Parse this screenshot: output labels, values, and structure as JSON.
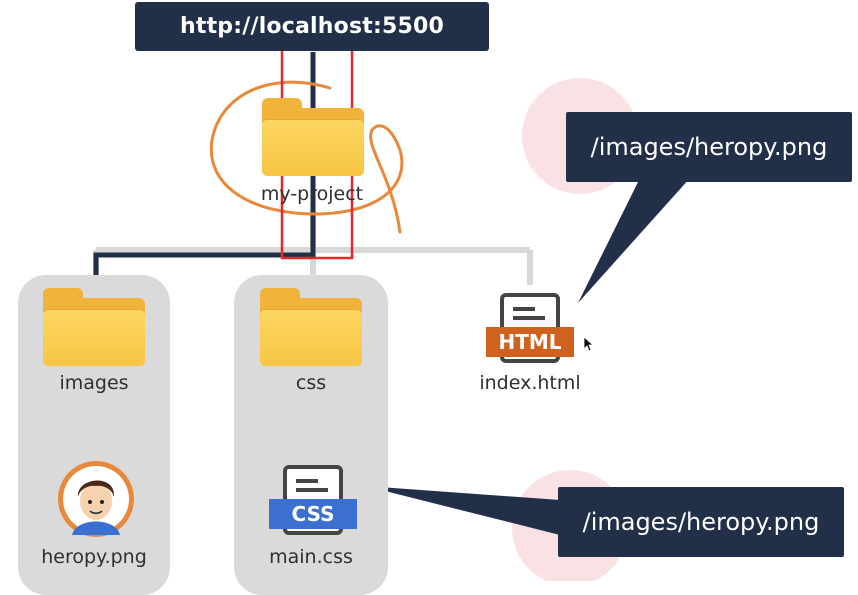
{
  "header": {
    "url": "http://localhost:5500"
  },
  "root_folder": {
    "label": "my-project",
    "icon": "folder-icon"
  },
  "folders": [
    {
      "label": "images",
      "icon": "folder-icon"
    },
    {
      "label": "css",
      "icon": "folder-icon"
    }
  ],
  "files": {
    "index": {
      "label": "index.html",
      "badge": "HTML",
      "badge_color": "#d0621f",
      "icon": "html-file-icon"
    },
    "main_css": {
      "label": "main.css",
      "badge": "CSS",
      "badge_color": "#3b6fd0",
      "icon": "css-file-icon"
    },
    "heropy": {
      "label": "heropy.png",
      "icon": "avatar-icon"
    }
  },
  "callouts": {
    "html_path": "/images/heropy.png",
    "css_path": "/images/heropy.png"
  },
  "colors": {
    "navy": "#213048",
    "connector": "#d8d8d8",
    "folder": "#f7c544",
    "highlight_red": "#e8262c",
    "scribble_orange": "#e8883a"
  }
}
